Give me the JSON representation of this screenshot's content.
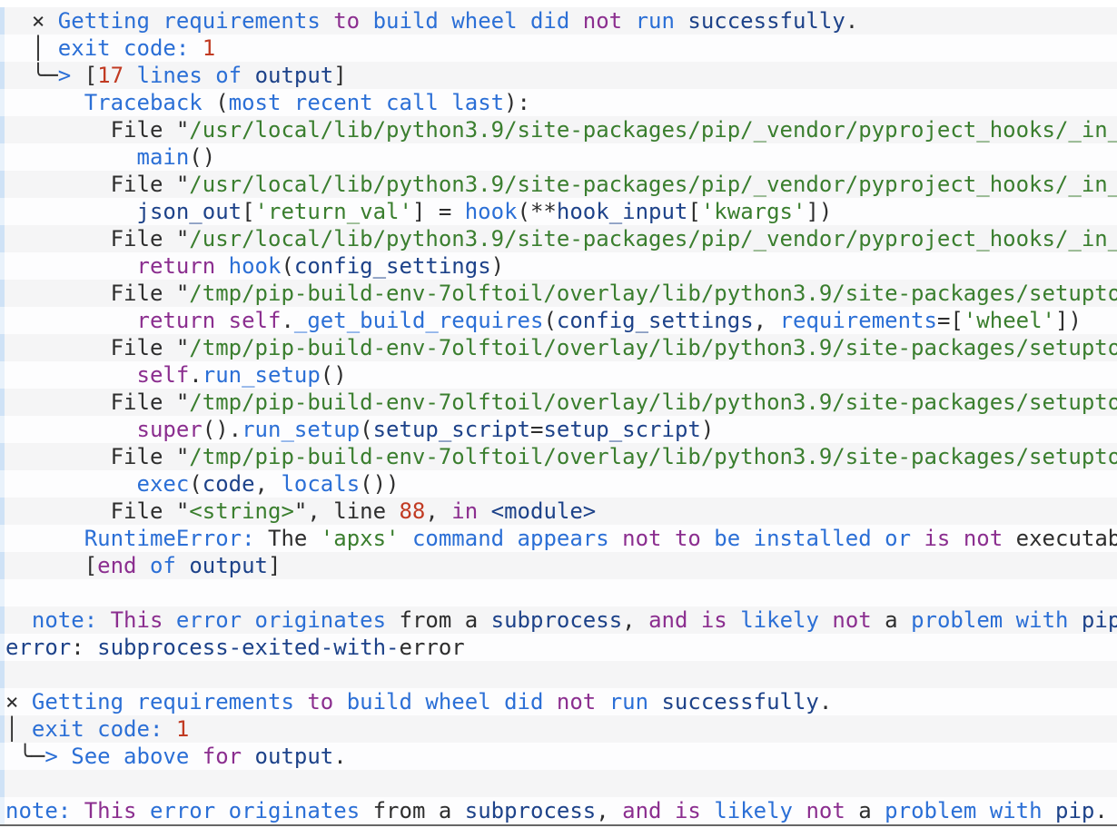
{
  "terminal": {
    "palette": {
      "ink": "#2e2e2e",
      "blue": "#2b6fd6",
      "navy": "#1d4289",
      "purple": "#8b2e8f",
      "red": "#c13a22",
      "green": "#3a7e2e",
      "stripe_bg": "#f5f5f6",
      "plain_bg": "#fdfdfe",
      "stripe_marker": "#cfe2f6",
      "plain_marker": "#e9f2fb",
      "edge_line": "#666666"
    },
    "lines": [
      {
        "tokens": [
          [
            "k",
            "  × "
          ],
          [
            "b",
            "Getting requirements "
          ],
          [
            "p",
            "to "
          ],
          [
            "b",
            "build wheel did "
          ],
          [
            "p",
            "not "
          ],
          [
            "b",
            "run "
          ],
          [
            "n",
            "successfully"
          ],
          [
            "k",
            "."
          ]
        ]
      },
      {
        "tokens": [
          [
            "k",
            "  │ "
          ],
          [
            "b",
            "exit code: "
          ],
          [
            "r",
            "1"
          ]
        ]
      },
      {
        "tokens": [
          [
            "k",
            "  ╰─"
          ],
          [
            "b",
            "> "
          ],
          [
            "k",
            "["
          ],
          [
            "r",
            "17 "
          ],
          [
            "b",
            "lines of "
          ],
          [
            "n",
            "output"
          ],
          [
            "k",
            "]"
          ]
        ]
      },
      {
        "tokens": [
          [
            "k",
            "      "
          ],
          [
            "b",
            "Traceback "
          ],
          [
            "k",
            "("
          ],
          [
            "b",
            "most recent call last"
          ],
          [
            "k",
            "):"
          ]
        ]
      },
      {
        "tokens": [
          [
            "k",
            "        File \""
          ],
          [
            "g",
            "/usr/local/lib/python3.9/site-packages/pip/_vendor/pyproject_hooks/_in_"
          ]
        ]
      },
      {
        "tokens": [
          [
            "k",
            "          "
          ],
          [
            "b",
            "main"
          ],
          [
            "k",
            "()"
          ]
        ]
      },
      {
        "tokens": [
          [
            "k",
            "        File \""
          ],
          [
            "g",
            "/usr/local/lib/python3.9/site-packages/pip/_vendor/pyproject_hooks/_in_"
          ]
        ]
      },
      {
        "tokens": [
          [
            "k",
            "          "
          ],
          [
            "n",
            "json_out"
          ],
          [
            "k",
            "["
          ],
          [
            "g",
            "'return_val'"
          ],
          [
            "k",
            "] = "
          ],
          [
            "b",
            "hook"
          ],
          [
            "k",
            "(**"
          ],
          [
            "n",
            "hook_input"
          ],
          [
            "k",
            "["
          ],
          [
            "g",
            "'kwargs'"
          ],
          [
            "k",
            "])"
          ]
        ]
      },
      {
        "tokens": [
          [
            "k",
            "        File \""
          ],
          [
            "g",
            "/usr/local/lib/python3.9/site-packages/pip/_vendor/pyproject_hooks/_in_"
          ]
        ]
      },
      {
        "tokens": [
          [
            "k",
            "          "
          ],
          [
            "p",
            "return "
          ],
          [
            "b",
            "hook"
          ],
          [
            "k",
            "("
          ],
          [
            "n",
            "config_settings"
          ],
          [
            "k",
            ")"
          ]
        ]
      },
      {
        "tokens": [
          [
            "k",
            "        File \""
          ],
          [
            "g",
            "/tmp/pip-build-env-7olftoil/overlay/lib/python3.9/site-packages/setupto"
          ]
        ]
      },
      {
        "tokens": [
          [
            "k",
            "          "
          ],
          [
            "p",
            "return "
          ],
          [
            "p",
            "self"
          ],
          [
            "k",
            "."
          ],
          [
            "b",
            "_get_build_requires"
          ],
          [
            "k",
            "("
          ],
          [
            "n",
            "config_settings"
          ],
          [
            "k",
            ", "
          ],
          [
            "b",
            "requirements"
          ],
          [
            "k",
            "=["
          ],
          [
            "g",
            "'wheel'"
          ],
          [
            "k",
            "])"
          ]
        ]
      },
      {
        "tokens": [
          [
            "k",
            "        File \""
          ],
          [
            "g",
            "/tmp/pip-build-env-7olftoil/overlay/lib/python3.9/site-packages/setupto"
          ]
        ]
      },
      {
        "tokens": [
          [
            "k",
            "          "
          ],
          [
            "p",
            "self"
          ],
          [
            "k",
            "."
          ],
          [
            "b",
            "run_setup"
          ],
          [
            "k",
            "()"
          ]
        ]
      },
      {
        "tokens": [
          [
            "k",
            "        File \""
          ],
          [
            "g",
            "/tmp/pip-build-env-7olftoil/overlay/lib/python3.9/site-packages/setupto"
          ]
        ]
      },
      {
        "tokens": [
          [
            "k",
            "          "
          ],
          [
            "p",
            "super"
          ],
          [
            "k",
            "()."
          ],
          [
            "b",
            "run_setup"
          ],
          [
            "k",
            "("
          ],
          [
            "n",
            "setup_script"
          ],
          [
            "k",
            "="
          ],
          [
            "n",
            "setup_script"
          ],
          [
            "k",
            ")"
          ]
        ]
      },
      {
        "tokens": [
          [
            "k",
            "        File \""
          ],
          [
            "g",
            "/tmp/pip-build-env-7olftoil/overlay/lib/python3.9/site-packages/setupto"
          ]
        ]
      },
      {
        "tokens": [
          [
            "k",
            "          "
          ],
          [
            "b",
            "exec"
          ],
          [
            "k",
            "("
          ],
          [
            "n",
            "code"
          ],
          [
            "k",
            ", "
          ],
          [
            "b",
            "locals"
          ],
          [
            "k",
            "())"
          ]
        ]
      },
      {
        "tokens": [
          [
            "k",
            "        File \""
          ],
          [
            "g",
            "<string>"
          ],
          [
            "k",
            "\", line "
          ],
          [
            "r",
            "88"
          ],
          [
            "k",
            ", "
          ],
          [
            "p",
            "in "
          ],
          [
            "n",
            "<module>"
          ]
        ]
      },
      {
        "tokens": [
          [
            "k",
            "      "
          ],
          [
            "b",
            "RuntimeError: "
          ],
          [
            "k",
            "The "
          ],
          [
            "g",
            "'apxs' "
          ],
          [
            "b",
            "command appears "
          ],
          [
            "p",
            "not to "
          ],
          [
            "b",
            "be installed or "
          ],
          [
            "p",
            "is not "
          ],
          [
            "k",
            "executab"
          ]
        ]
      },
      {
        "tokens": [
          [
            "k",
            "      ["
          ],
          [
            "p",
            "end "
          ],
          [
            "b",
            "of "
          ],
          [
            "n",
            "output"
          ],
          [
            "k",
            "]"
          ]
        ]
      },
      {
        "tokens": []
      },
      {
        "tokens": [
          [
            "k",
            "  "
          ],
          [
            "b",
            "note: "
          ],
          [
            "p",
            "This "
          ],
          [
            "b",
            "error originates "
          ],
          [
            "k",
            "from a "
          ],
          [
            "n",
            "subprocess"
          ],
          [
            "k",
            ", "
          ],
          [
            "p",
            "and is "
          ],
          [
            "b",
            "likely "
          ],
          [
            "p",
            "not "
          ],
          [
            "k",
            "a "
          ],
          [
            "b",
            "problem with "
          ],
          [
            "n",
            "pip"
          ]
        ]
      },
      {
        "tokens": [
          [
            "n",
            "error"
          ],
          [
            "k",
            ": "
          ],
          [
            "n",
            "subprocess-exited-with-"
          ],
          [
            "k",
            "error"
          ]
        ]
      },
      {
        "tokens": []
      },
      {
        "tokens": [
          [
            "k",
            "× "
          ],
          [
            "b",
            "Getting requirements "
          ],
          [
            "p",
            "to "
          ],
          [
            "b",
            "build wheel did "
          ],
          [
            "p",
            "not "
          ],
          [
            "b",
            "run "
          ],
          [
            "n",
            "successfully"
          ],
          [
            "k",
            "."
          ]
        ]
      },
      {
        "tokens": [
          [
            "k",
            "│ "
          ],
          [
            "b",
            "exit code: "
          ],
          [
            "r",
            "1"
          ]
        ]
      },
      {
        "tokens": [
          [
            "k",
            " ╰─"
          ],
          [
            "b",
            "> See above "
          ],
          [
            "p",
            "for "
          ],
          [
            "n",
            "output"
          ],
          [
            "k",
            "."
          ]
        ]
      },
      {
        "tokens": []
      },
      {
        "tokens": [
          [
            "b",
            "note: "
          ],
          [
            "p",
            "This "
          ],
          [
            "b",
            "error originates "
          ],
          [
            "k",
            "from a "
          ],
          [
            "n",
            "subprocess"
          ],
          [
            "k",
            ", "
          ],
          [
            "p",
            "and is "
          ],
          [
            "b",
            "likely "
          ],
          [
            "p",
            "not "
          ],
          [
            "k",
            "a "
          ],
          [
            "b",
            "problem with "
          ],
          [
            "n",
            "pip"
          ],
          [
            "k",
            "."
          ]
        ]
      }
    ]
  }
}
